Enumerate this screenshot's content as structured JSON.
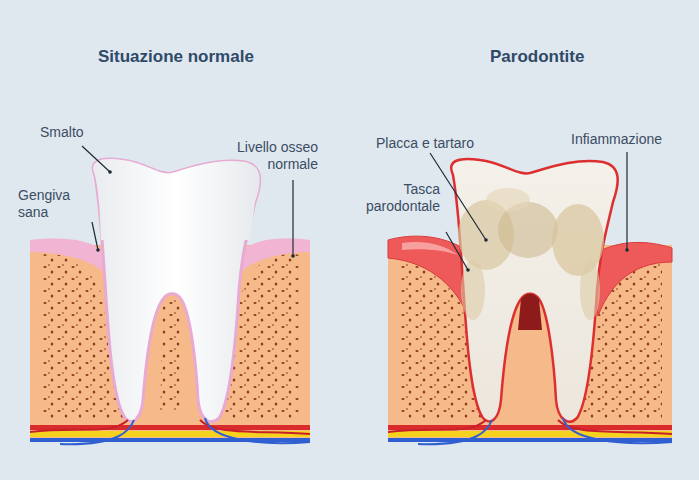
{
  "diagram": {
    "labels": [
      "Situazione normale",
      "Parodontite",
      "Smalto",
      "Gengiva sana",
      "Livello osseo normale",
      "Placca e tartaro",
      "Tasca parodontale",
      "Infiammazione"
    ]
  }
}
